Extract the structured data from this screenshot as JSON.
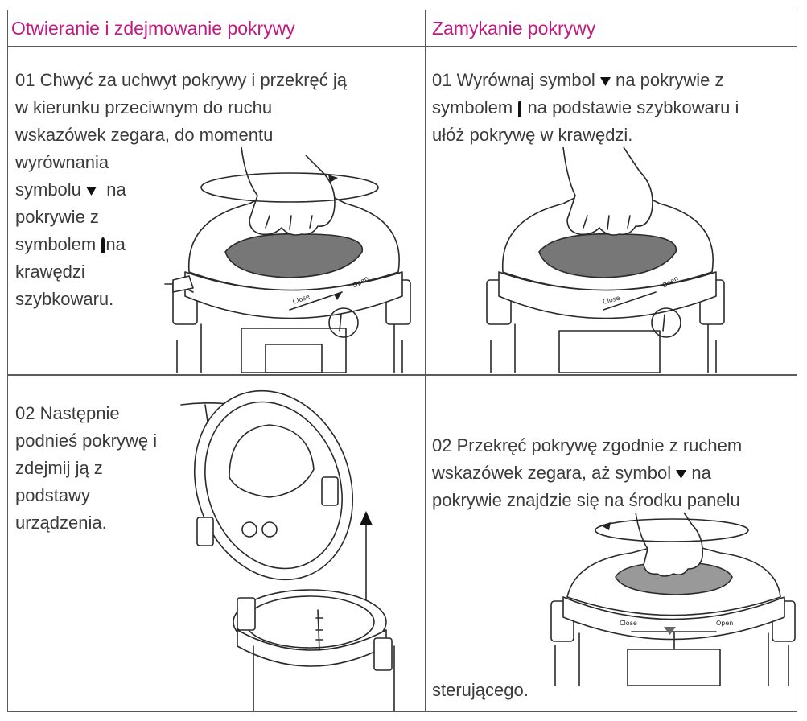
{
  "headers": {
    "left": "Otwieranie i zdejmowanie pokrywy",
    "right": "Zamykanie pokrywy"
  },
  "cells": {
    "open_step1": {
      "lines": [
        "01 Chwyć za uchwyt pokrywy i przekręć ją",
        "w kierunku przeciwnym do ruchu",
        "wskazówek zegara, do momentu",
        "wyrównania"
      ],
      "symbolu": "symbolu",
      "na1": "na",
      "pokrywie_z": "pokrywie z",
      "symbolem": "symbolem",
      "na2": "na",
      "krawedzi": "krawędzi",
      "szybkowaru": "szybkowaru."
    },
    "close_step1": {
      "line1_a": "01 Wyrównaj symbol",
      "line1_b": "na pokrywie z",
      "line2_a": "symbolem",
      "line2_b": "na podstawie szybkowaru i",
      "line3": "ułóż pokrywę w krawędzi."
    },
    "open_step2": {
      "lines": [
        "02 Następnie",
        "podnieś pokrywę i",
        "zdejmij ją z",
        "podstawy",
        "urządzenia."
      ]
    },
    "close_step2": {
      "line1": "02 Przekręć pokrywę zgodnie z ruchem",
      "line2_a": "wskazówek zegara, aż symbol",
      "line2_b": "na",
      "line3": "pokrywie znajdzie się na środku panelu",
      "line4": "sterującego."
    }
  },
  "illustration_labels": {
    "close": "Close",
    "open": "Open"
  },
  "colors": {
    "header_text": "#c2187f",
    "body_text": "#3b3b3b",
    "border": "#5a5a5a"
  }
}
